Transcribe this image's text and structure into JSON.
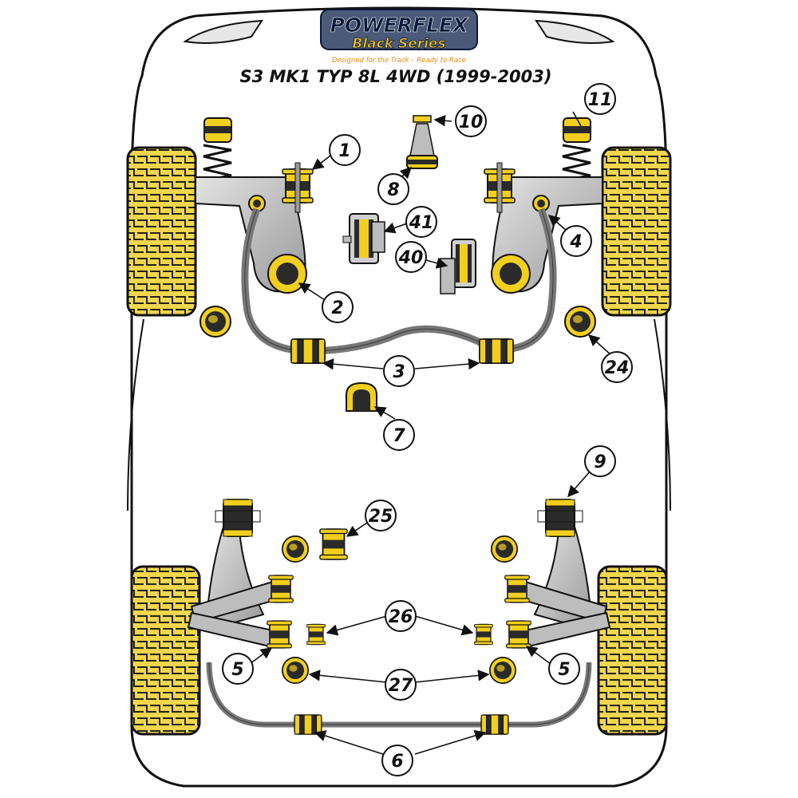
{
  "logo": {
    "brand": "POWERFLEX",
    "series": "Black Series",
    "tagline": "Designed for the Track – Ready to Race"
  },
  "title": "S3 MK1 TYP 8L 4WD (1999-2003)",
  "callouts": [
    "1",
    "2",
    "3",
    "4",
    "5",
    "5",
    "6",
    "7",
    "8",
    "9",
    "10",
    "11",
    "24",
    "25",
    "26",
    "27",
    "40",
    "41"
  ],
  "colors": {
    "bushing": "#f2cf1c",
    "outline": "#111111",
    "metal": "#b9b9b9",
    "tyre_fill": "#f2d64b"
  }
}
